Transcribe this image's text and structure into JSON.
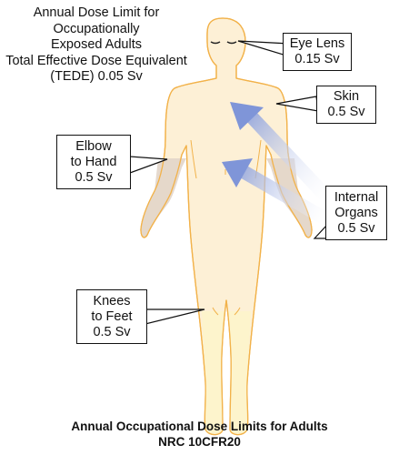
{
  "heading": {
    "lines": [
      "Annual Dose Limit for",
      "Occupationally",
      "Exposed Adults",
      "Total Effective Dose Equivalent",
      "(TEDE) 0.05 Sv"
    ]
  },
  "callouts": {
    "eye_lens": {
      "lines": [
        "Eye Lens",
        "0.15 Sv"
      ]
    },
    "skin": {
      "lines": [
        "Skin",
        "0.5 Sv"
      ]
    },
    "elbow_to_hand": {
      "lines": [
        "Elbow",
        "to Hand",
        "0.5 Sv"
      ]
    },
    "internal_organs": {
      "lines": [
        "Internal",
        "Organs",
        "0.5 Sv"
      ]
    },
    "knees_to_feet": {
      "lines": [
        "Knees",
        "to Feet",
        "0.5 Sv"
      ]
    }
  },
  "caption": {
    "lines": [
      "Annual Occupational Dose Limits for Adults",
      "NRC 10CFR20"
    ]
  },
  "colors": {
    "body_fill": "#fdf0d6",
    "body_outline": "#f2b24a",
    "forearm_tint": "#e2d5c9",
    "lower_leg_tint": "#fdf4cc",
    "arrow_blue": "#7f95d8"
  }
}
